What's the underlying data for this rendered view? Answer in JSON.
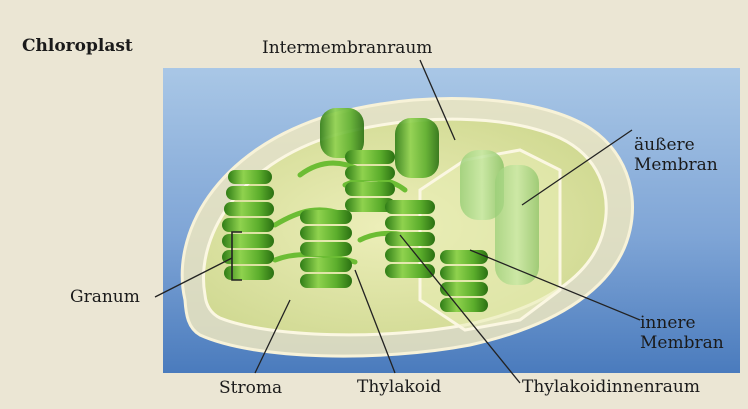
{
  "title": "Chloroplast",
  "labels": {
    "intermembranraum": "Intermembranraum",
    "aussere_membran_1": "äußere",
    "aussere_membran_2": "Membran",
    "granum": "Granum",
    "innere_membran_1": "innere",
    "innere_membran_2": "Membran",
    "stroma": "Stroma",
    "thylakoid": "Thylakoid",
    "thylakoidinnenraum": "Thylakoidinnenraum"
  },
  "colors": {
    "page_background": "#ebe6d4",
    "panel_top": "#9fc0e2",
    "panel_bottom": "#4f7fbf",
    "membrane": "#f4eecb",
    "stroma": "#e6e6a8",
    "grana": "#5cae2c",
    "grana_light": "#9ad45a",
    "grana_dark": "#2d7a14"
  }
}
